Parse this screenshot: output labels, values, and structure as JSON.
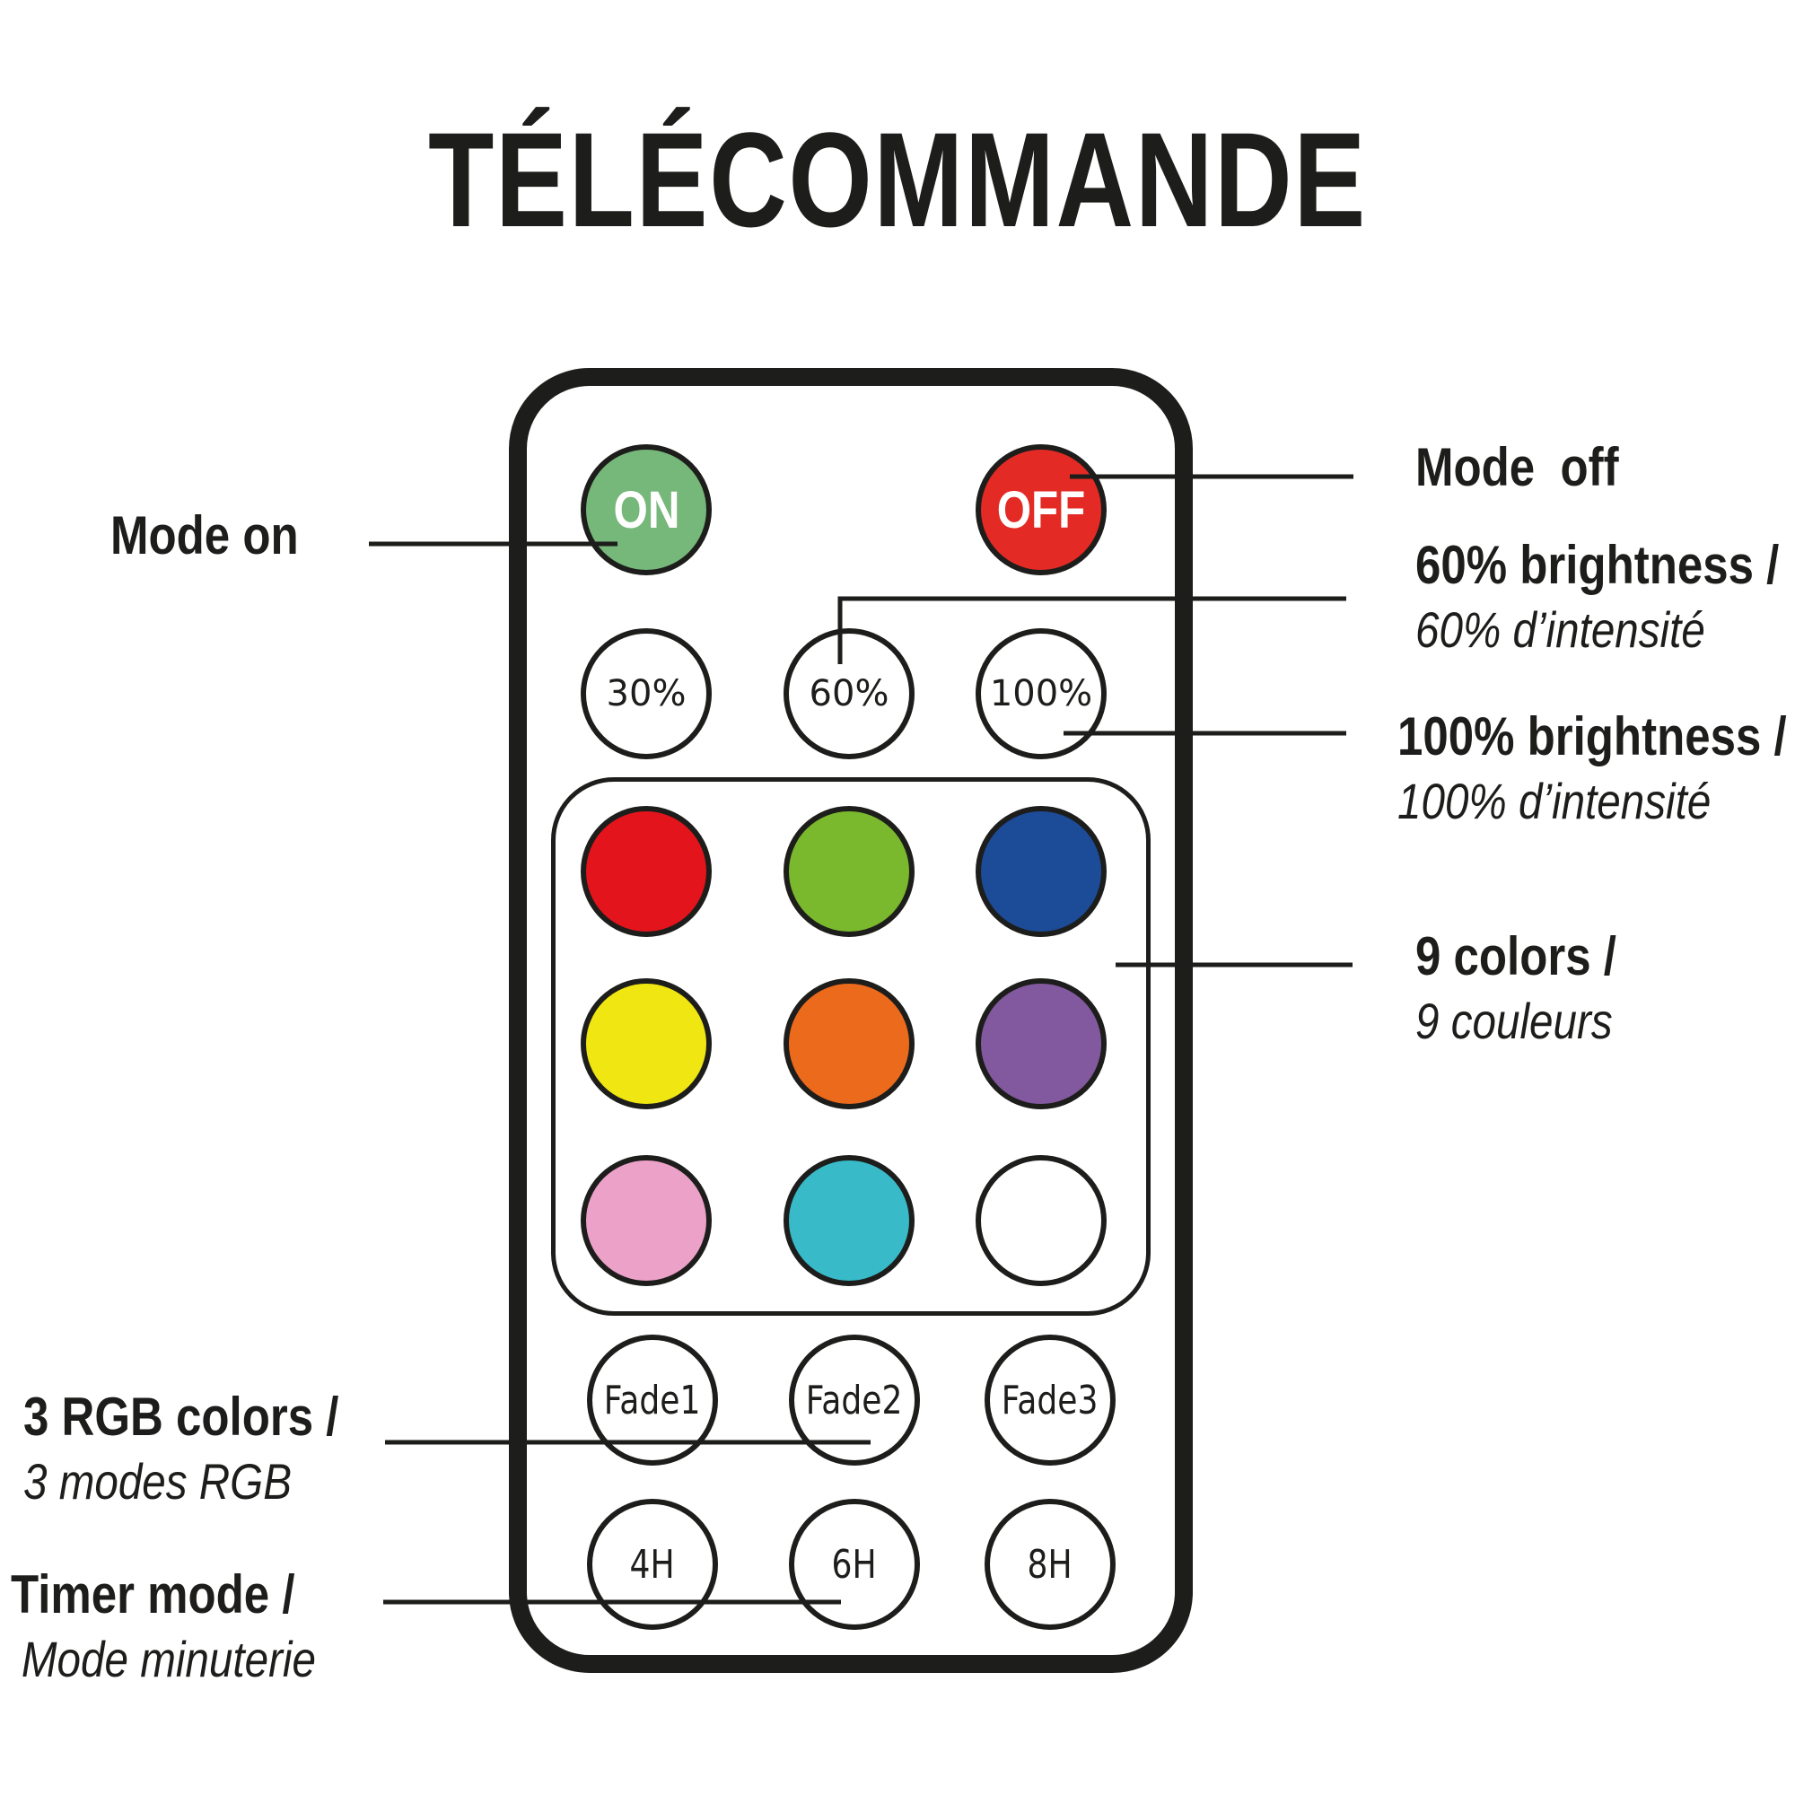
{
  "title": "TÉLÉCOMMANDE",
  "buttons": {
    "on": {
      "label": "ON",
      "color": "#76b77a"
    },
    "off": {
      "label": "OFF",
      "color": "#e32a25"
    },
    "brightness": [
      "30%",
      "60%",
      "100%"
    ],
    "colors": [
      "#e3141c",
      "#7ab82d",
      "#1c4b97",
      "#f0e612",
      "#ec6a1c",
      "#82599e",
      "#eca2c8",
      "#38bac9",
      "#ffffff"
    ],
    "fades": [
      "Fade1",
      "Fade2",
      "Fade3"
    ],
    "timers": [
      "4H",
      "6H",
      "8H"
    ]
  },
  "annotations": {
    "mode_on": {
      "en": "Mode on"
    },
    "mode_off": {
      "en": "Mode  off"
    },
    "b60": {
      "en": "60% brightness /",
      "fr": "60% d’intensité"
    },
    "b100": {
      "en": "100% brightness /",
      "fr": "100% d’intensité"
    },
    "colors": {
      "en": "9 colors /",
      "fr": "9 couleurs"
    },
    "rgb": {
      "en": "3 RGB colors /",
      "fr": "3 modes RGB"
    },
    "timer": {
      "en": "Timer mode /",
      "fr": "Mode minuterie"
    }
  }
}
